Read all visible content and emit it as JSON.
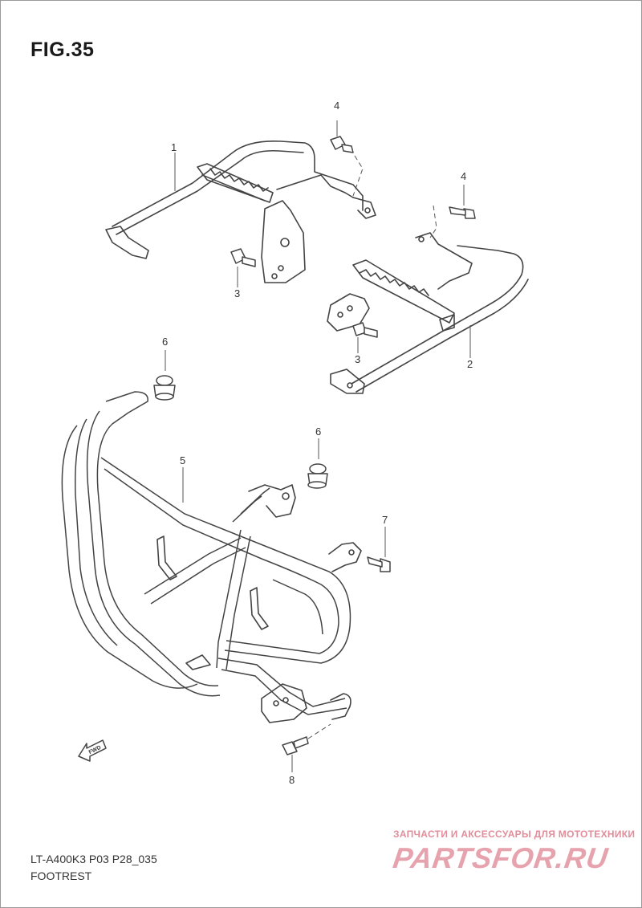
{
  "figure": {
    "title": "FIG.35"
  },
  "callouts": [
    {
      "id": "c1",
      "label": "1"
    },
    {
      "id": "c2",
      "label": "2"
    },
    {
      "id": "c3a",
      "label": "3"
    },
    {
      "id": "c3b",
      "label": "3"
    },
    {
      "id": "c4a",
      "label": "4"
    },
    {
      "id": "c4b",
      "label": "4"
    },
    {
      "id": "c5",
      "label": "5"
    },
    {
      "id": "c6a",
      "label": "6"
    },
    {
      "id": "c6b",
      "label": "6"
    },
    {
      "id": "c7",
      "label": "7"
    },
    {
      "id": "c8",
      "label": "8"
    }
  ],
  "direction_arrow": {
    "label": "FWD"
  },
  "footer": {
    "model_code": "LT-A400K3 P03 P28_035",
    "section_name": "FOOTREST"
  },
  "watermark": {
    "tagline": "ЗАПЧАСТИ И АКСЕССУАРЫ ДЛЯ МОТОТЕХНИКИ",
    "logo_text": "PARTSFOR.RU"
  },
  "colors": {
    "line": "#444444",
    "watermark": "#e6a3ad",
    "background": "#ffffff"
  }
}
